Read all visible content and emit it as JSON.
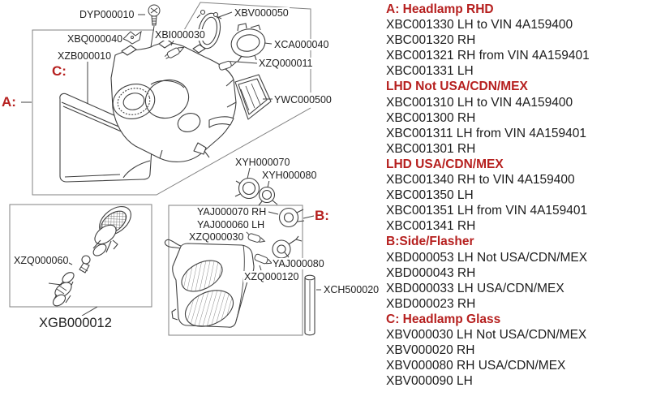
{
  "palette": {
    "heading_red": "#b6201f",
    "body_text": "#1c1c1c",
    "line_art": "#404040",
    "border_gray": "#828282",
    "background": "#ffffff"
  },
  "diagram": {
    "section_markers": [
      {
        "id": "a",
        "text": "A:"
      },
      {
        "id": "b",
        "text": "B:"
      },
      {
        "id": "c",
        "text": "C:"
      }
    ],
    "part_labels": [
      {
        "id": "dyp000010",
        "text": "DYP000010"
      },
      {
        "id": "xbv000050",
        "text": "XBV000050"
      },
      {
        "id": "xbq000040",
        "text": "XBQ000040"
      },
      {
        "id": "xbi000030",
        "text": "XBI000030"
      },
      {
        "id": "xca000040",
        "text": "XCA000040"
      },
      {
        "id": "xzb000010",
        "text": "XZB000010"
      },
      {
        "id": "xzq000011",
        "text": "XZQ000011"
      },
      {
        "id": "ywc000500",
        "text": "YWC000500"
      },
      {
        "id": "xyh000070",
        "text": "XYH000070"
      },
      {
        "id": "xyh000080",
        "text": "XYH000080"
      },
      {
        "id": "yaj000070",
        "text": "YAJ000070 RH"
      },
      {
        "id": "yaj000060",
        "text": "YAJ000060 LH"
      },
      {
        "id": "xzq000030",
        "text": "XZQ000030"
      },
      {
        "id": "yaj000080",
        "text": "YAJ000080"
      },
      {
        "id": "xzq000120",
        "text": "XZQ000120"
      },
      {
        "id": "xch500020",
        "text": "XCH500020"
      },
      {
        "id": "xzq000060",
        "text": "XZQ000060"
      },
      {
        "id": "xgb000012",
        "text": "XGB000012"
      }
    ]
  },
  "parts_list": {
    "lines": [
      {
        "text": "A: Headlamp RHD",
        "type": "heading"
      },
      {
        "text": "XBC001330 LH to VIN 4A159400",
        "type": "item"
      },
      {
        "text": "XBC001320 RH",
        "type": "item"
      },
      {
        "text": "XBC001321 RH from VIN 4A159401",
        "type": "item"
      },
      {
        "text": "XBC001331 LH",
        "type": "item"
      },
      {
        "text": "LHD Not USA/CDN/MEX",
        "type": "heading"
      },
      {
        "text": "XBC001310 LH to VIN 4A159400",
        "type": "item"
      },
      {
        "text": "XBC001300 RH",
        "type": "item"
      },
      {
        "text": "XBC001311 LH from VIN 4A159401",
        "type": "item"
      },
      {
        "text": "XBC001301 RH",
        "type": "item"
      },
      {
        "text": "LHD USA/CDN/MEX",
        "type": "heading"
      },
      {
        "text": "XBC001340 RH to VIN 4A159400",
        "type": "item"
      },
      {
        "text": "XBC001350 LH",
        "type": "item"
      },
      {
        "text": "XBC001351 LH from VIN 4A159401",
        "type": "item"
      },
      {
        "text": "XBC001341 RH",
        "type": "item"
      },
      {
        "text": "B:Side/Flasher",
        "type": "heading"
      },
      {
        "text": "XBD000053 LH Not USA/CDN/MEX",
        "type": "item"
      },
      {
        "text": "XBD000043 RH",
        "type": "item"
      },
      {
        "text": "XBD000033 LH USA/CDN/MEX",
        "type": "item"
      },
      {
        "text": "XBD000023 RH",
        "type": "item"
      },
      {
        "text": "C: Headlamp Glass",
        "type": "heading"
      },
      {
        "text": "XBV000030 LH Not USA/CDN/MEX",
        "type": "item"
      },
      {
        "text": "XBV000020 RH",
        "type": "item"
      },
      {
        "text": "XBV000080 RH USA/CDN/MEX",
        "type": "item"
      },
      {
        "text": "XBV000090 LH",
        "type": "item"
      }
    ]
  }
}
